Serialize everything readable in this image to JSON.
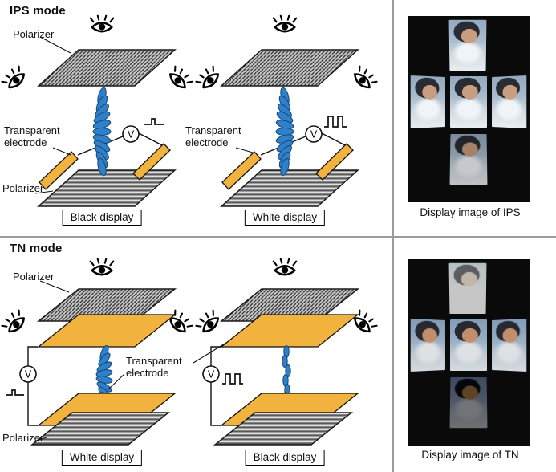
{
  "ips": {
    "title": "IPS mode",
    "polarizer_top": "Polarizer",
    "polarizer_bottom": "Polarizer",
    "electrode_label_left": "Transparent electrode",
    "electrode_label_mid": "Transparent electrode",
    "voltage_label": "V",
    "diagrams": [
      {
        "caption": "Black display"
      },
      {
        "caption": "White display"
      }
    ],
    "photo_caption": "Display image of IPS"
  },
  "tn": {
    "title": "TN mode",
    "polarizer_top": "Polarizer",
    "polarizer_bottom": "Polarizer",
    "electrode_label": "Transparent electrode",
    "voltage_label": "V",
    "diagrams": [
      {
        "caption": "White display"
      },
      {
        "caption": "Black display"
      }
    ],
    "photo_caption": "Display image of TN"
  },
  "colors": {
    "electrode": "#f2b23e",
    "lc_fill": "#2f80cc",
    "lc_stroke": "#16486f",
    "divider": "#9b9b9b"
  }
}
